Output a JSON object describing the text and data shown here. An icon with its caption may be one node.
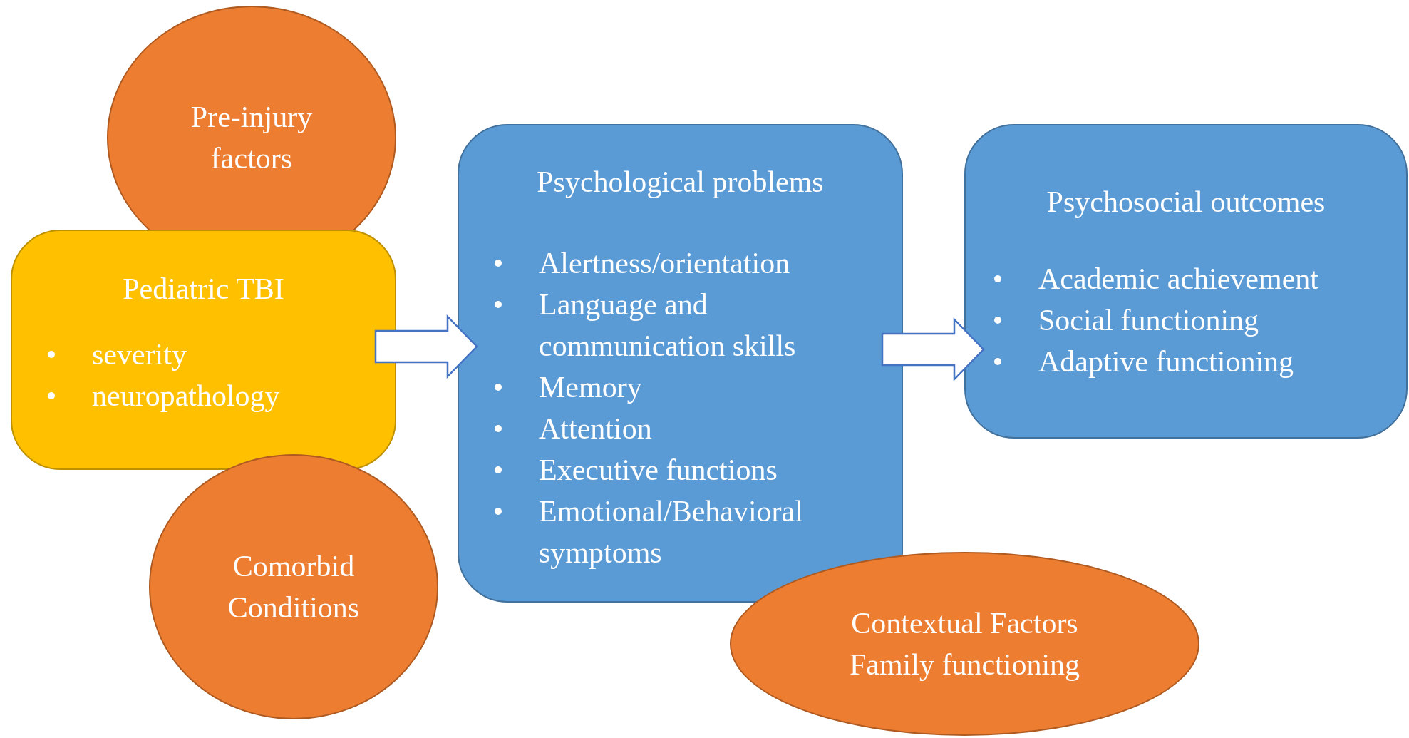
{
  "diagram": {
    "nodes": [
      {
        "text": [
          "Pre-injury factors"
        ]
      },
      {
        "text": [
          "Pediatric TBI",
          "severity",
          "neuropathology"
        ]
      },
      {
        "text": [
          "Comorbid Conditions"
        ]
      },
      {
        "text": [
          "Psychological problems",
          "Alertness/orientation",
          "Language and communication skills",
          "Memory",
          "Attention",
          "Executive functions",
          "Emotional/Behavioral symptoms"
        ]
      },
      {
        "text": [
          "Contextual Factors Family functioning"
        ]
      },
      {
        "text": [
          "Psychosocial outcomes",
          "Academic achievement",
          "Social functioning",
          "Adaptive functioning"
        ]
      }
    ],
    "edges": [
      {
        "from": 1,
        "to": 3,
        "arrow": "to"
      },
      {
        "from": 3,
        "to": 5,
        "arrow": "to"
      }
    ]
  }
}
